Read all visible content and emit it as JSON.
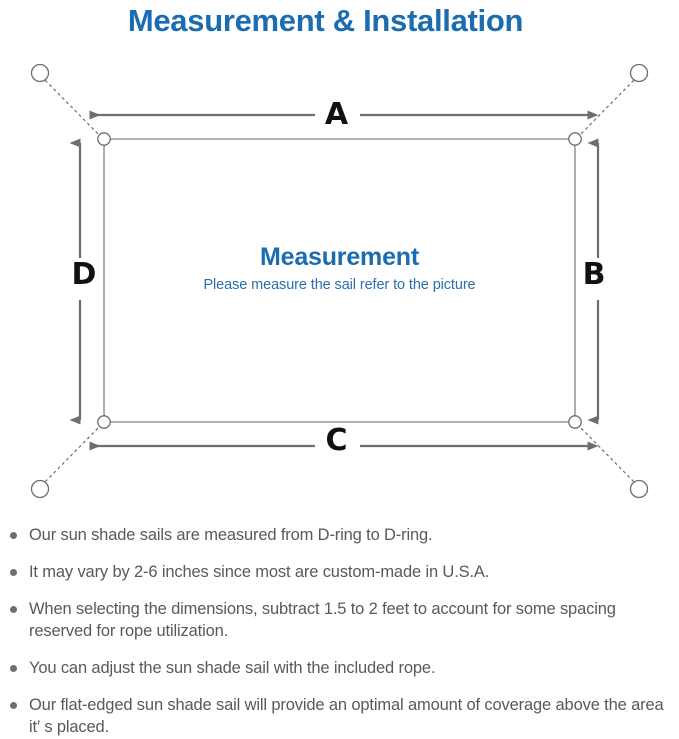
{
  "header": {
    "title": "Measurement & Installation",
    "title_color": "#1B6CB0"
  },
  "diagram": {
    "center": {
      "title": "Measurement",
      "subtitle": "Please measure the sail refer to the picture",
      "title_color": "#1B6CB0",
      "subtitle_color": "#2B6FAF"
    },
    "dimensions": {
      "top": "A",
      "right": "B",
      "bottom": "C",
      "left": "D"
    },
    "line_color": "#6d6e71",
    "sail_border_color": "#808285",
    "anchor_labels": {
      "top_left": "anchor-point-top-left",
      "top_right": "anchor-point-top-right",
      "bottom_left": "anchor-point-bottom-left",
      "bottom_right": "anchor-point-bottom-right"
    },
    "dring_labels": {
      "top_left": "d-ring-top-left",
      "top_right": "d-ring-top-right",
      "bottom_left": "d-ring-bottom-left",
      "bottom_right": "d-ring-bottom-right"
    }
  },
  "notes": [
    "Our sun shade sails are measured from D-ring to D-ring.",
    "It may vary by 2-6 inches since most are custom-made in U.S.A.",
    "When selecting the dimensions, subtract 1.5 to 2 feet to account for some spacing reserved for rope utilization.",
    "You can adjust the sun shade sail with the included rope.",
    "Our flat-edged sun shade sail will provide an optimal amount of coverage above the area it′ s placed."
  ],
  "notes_color": "#58595b"
}
